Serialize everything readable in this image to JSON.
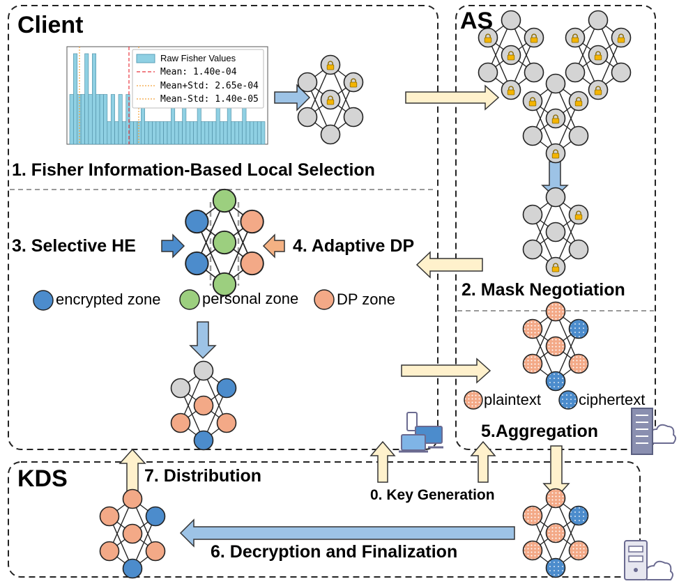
{
  "regions": {
    "client": "Client",
    "as": "AS",
    "kds": "KDS"
  },
  "steps": {
    "s1": "1. Fisher Information-Based Local Selection",
    "s2": "2. Mask Negotiation",
    "s3": "3. Selective HE",
    "s4": "4. Adaptive DP",
    "s5": "5.Aggregation",
    "s6": "6. Decryption and Finalization",
    "s7": "7. Distribution",
    "s0": "0. Key Generation"
  },
  "zone_legend": {
    "encrypted": "encrypted zone",
    "personal": "personal zone",
    "dp": "DP zone"
  },
  "cipher_legend": {
    "plaintext": "plaintext",
    "ciphertext": "ciphertext"
  },
  "histogram": {
    "legend": [
      "Raw Fisher Values",
      "Mean: 1.40e-04",
      "Mean+Std: 2.65e-04",
      "Mean-Std: 1.40e-05"
    ],
    "bar_heights": [
      0.55,
      1.0,
      0.55,
      0.55,
      1.0,
      0.55,
      1.0,
      0.55,
      0.55,
      0.55,
      0.25,
      0.55,
      0.25,
      0.55,
      0.25,
      0.55,
      0.25,
      0.25,
      0.25,
      0.55,
      0.25,
      0.25,
      0.25,
      0.25,
      0.25,
      0.25,
      0.25,
      0.55,
      0.25,
      0.25,
      0.55,
      0.25,
      0.25,
      0.25,
      0.55,
      0.25,
      0.25,
      0.25,
      0.25,
      0.55,
      0.25,
      0.25,
      0.55,
      0.25,
      0.25,
      0.25,
      0.55,
      0.25,
      0.25,
      0.25,
      0.25,
      0.25
    ],
    "colors": {
      "bar": "#8fd0e3",
      "mean": "#e8343c",
      "std": "#f3a23a"
    }
  },
  "colors": {
    "encrypted": "#4c8ccc",
    "personal": "#9ccf7f",
    "dp": "#f3a987",
    "gray": "#d4d4d4",
    "arrow_blue": "#9dc3e6",
    "arrow_yellow": "#fff1cc",
    "arrow_orange": "#f4b183",
    "lock": "#f4b400"
  }
}
